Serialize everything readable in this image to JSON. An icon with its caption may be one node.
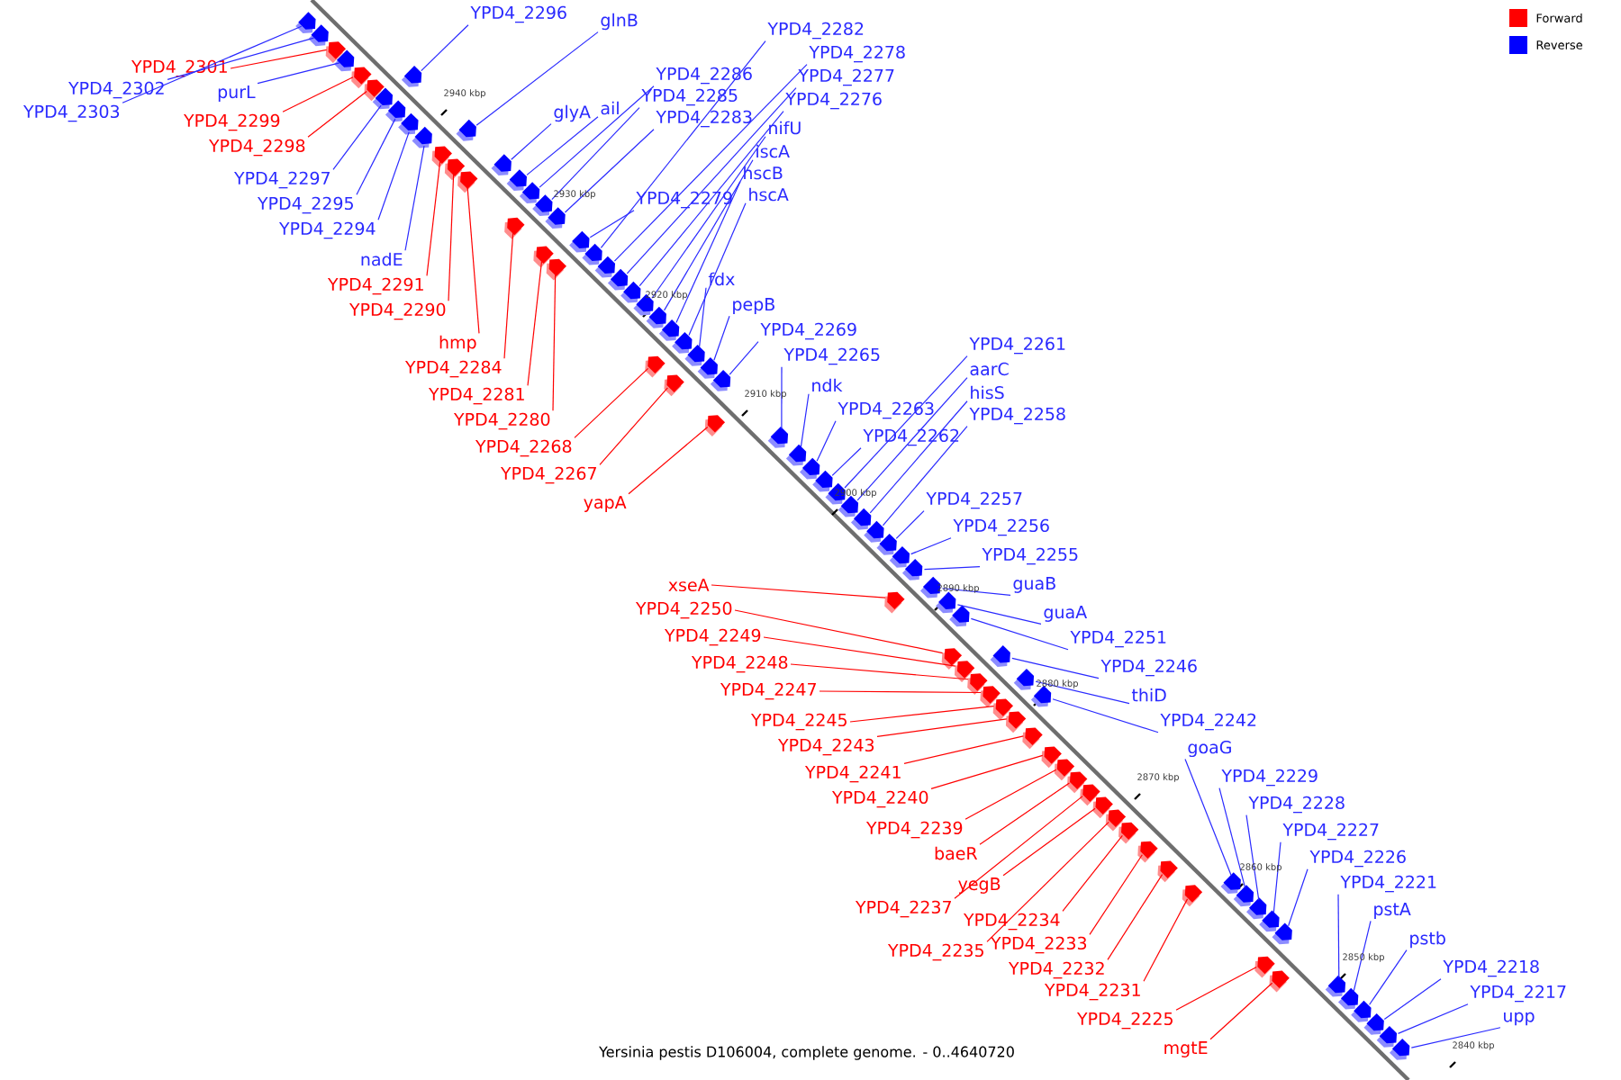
{
  "diagram": {
    "caption": "Yersinia pestis D106004, complete genome. - 0..4640720",
    "nodes": [
      {
        "text": [
          "YPD4_2303"
        ]
      },
      {
        "text": [
          "YPD4_2302"
        ]
      },
      {
        "text": [
          "YPD4_2301"
        ]
      },
      {
        "text": [
          "purL"
        ]
      },
      {
        "text": [
          "YPD4_2299"
        ]
      },
      {
        "text": [
          "YPD4_2298"
        ]
      },
      {
        "text": [
          "YPD4_2297"
        ]
      },
      {
        "text": [
          "YPD4_2295"
        ]
      },
      {
        "text": [
          "YPD4_2294"
        ]
      },
      {
        "text": [
          "nadE"
        ]
      },
      {
        "text": [
          "YPD4_2291"
        ]
      },
      {
        "text": [
          "YPD4_2290"
        ]
      },
      {
        "text": [
          "hmp"
        ]
      },
      {
        "text": [
          "YPD4_2284"
        ]
      },
      {
        "text": [
          "YPD4_2281"
        ]
      },
      {
        "text": [
          "YPD4_2280"
        ]
      },
      {
        "text": [
          "YPD4_2268"
        ]
      },
      {
        "text": [
          "YPD4_2267"
        ]
      },
      {
        "text": [
          "yapA"
        ]
      },
      {
        "text": [
          "xseA"
        ]
      },
      {
        "text": [
          "YPD4_2250"
        ]
      },
      {
        "text": [
          "YPD4_2249"
        ]
      },
      {
        "text": [
          "YPD4_2248"
        ]
      },
      {
        "text": [
          "YPD4_2247"
        ]
      },
      {
        "text": [
          "YPD4_2245"
        ]
      },
      {
        "text": [
          "YPD4_2243"
        ]
      },
      {
        "text": [
          "YPD4_2241"
        ]
      },
      {
        "text": [
          "YPD4_2240"
        ]
      },
      {
        "text": [
          "YPD4_2239"
        ]
      },
      {
        "text": [
          "baeR"
        ]
      },
      {
        "text": [
          "yegB"
        ]
      },
      {
        "text": [
          "YPD4_2237"
        ]
      },
      {
        "text": [
          "YPD4_2235"
        ]
      },
      {
        "text": [
          "YPD4_2234"
        ]
      },
      {
        "text": [
          "YPD4_2233"
        ]
      },
      {
        "text": [
          "YPD4_2232"
        ]
      },
      {
        "text": [
          "YPD4_2231"
        ]
      },
      {
        "text": [
          "YPD4_2225"
        ]
      },
      {
        "text": [
          "mgtE"
        ]
      },
      {
        "text": [
          "YPD4_2296"
        ]
      },
      {
        "text": [
          "glnB"
        ]
      },
      {
        "text": [
          "glyA"
        ]
      },
      {
        "text": [
          "ail"
        ]
      },
      {
        "text": [
          "YPD4_2286"
        ]
      },
      {
        "text": [
          "YPD4_2285"
        ]
      },
      {
        "text": [
          "YPD4_2283"
        ]
      },
      {
        "text": [
          "YPD4_2282"
        ]
      },
      {
        "text": [
          "YPD4_2278"
        ]
      },
      {
        "text": [
          "YPD4_2277"
        ]
      },
      {
        "text": [
          "YPD4_2276"
        ]
      },
      {
        "text": [
          "nifU"
        ]
      },
      {
        "text": [
          "iscA"
        ]
      },
      {
        "text": [
          "hscB"
        ]
      },
      {
        "text": [
          "hscA"
        ]
      },
      {
        "text": [
          "YPD4_2279"
        ]
      },
      {
        "text": [
          "fdx"
        ]
      },
      {
        "text": [
          "pepB"
        ]
      },
      {
        "text": [
          "YPD4_2269"
        ]
      },
      {
        "text": [
          "YPD4_2265"
        ]
      },
      {
        "text": [
          "ndk"
        ]
      },
      {
        "text": [
          "YPD4_2263"
        ]
      },
      {
        "text": [
          "YPD4_2262"
        ]
      },
      {
        "text": [
          "YPD4_2261"
        ]
      },
      {
        "text": [
          "aarC"
        ]
      },
      {
        "text": [
          "hisS"
        ]
      },
      {
        "text": [
          "YPD4_2258"
        ]
      },
      {
        "text": [
          "YPD4_2257"
        ]
      },
      {
        "text": [
          "YPD4_2256"
        ]
      },
      {
        "text": [
          "YPD4_2255"
        ]
      },
      {
        "text": [
          "guaB"
        ]
      },
      {
        "text": [
          "guaA"
        ]
      },
      {
        "text": [
          "YPD4_2251"
        ]
      },
      {
        "text": [
          "YPD4_2246"
        ]
      },
      {
        "text": [
          "thiD"
        ]
      },
      {
        "text": [
          "YPD4_2242"
        ]
      },
      {
        "text": [
          "goaG"
        ]
      },
      {
        "text": [
          "YPD4_2229"
        ]
      },
      {
        "text": [
          "YPD4_2228"
        ]
      },
      {
        "text": [
          "YPD4_2227"
        ]
      },
      {
        "text": [
          "YPD4_2226"
        ]
      },
      {
        "text": [
          "YPD4_2221"
        ]
      },
      {
        "text": [
          "pstA"
        ]
      },
      {
        "text": [
          "pstb"
        ]
      },
      {
        "text": [
          "YPD4_2218"
        ]
      },
      {
        "text": [
          "YPD4_2217"
        ]
      },
      {
        "text": [
          "upp"
        ]
      },
      {
        "text": [],
        "shape": "arrow"
      },
      {
        "text": [],
        "shape": "arrow"
      },
      {
        "text": [],
        "shape": "arrow"
      },
      {
        "text": [],
        "shape": "arrow"
      },
      {
        "text": [],
        "shape": "arrow"
      },
      {
        "text": [],
        "shape": "arrow"
      },
      {
        "text": [],
        "shape": "arrow"
      },
      {
        "text": [],
        "shape": "arrow"
      },
      {
        "text": [],
        "shape": "arrow"
      },
      {
        "text": [],
        "shape": "arrow"
      },
      {
        "text": [],
        "shape": "arrow"
      },
      {
        "text": [],
        "shape": "arrow"
      },
      {
        "text": [],
        "shape": "arrow"
      },
      {
        "text": [],
        "shape": "arrow"
      },
      {
        "text": [],
        "shape": "arrow"
      },
      {
        "text": [],
        "shape": "arrow"
      },
      {
        "text": [],
        "shape": "arrow"
      },
      {
        "text": [],
        "shape": "arrow"
      },
      {
        "text": [],
        "shape": "arrow"
      },
      {
        "text": [],
        "shape": "arrow"
      },
      {
        "text": [],
        "shape": "arrow"
      },
      {
        "text": [],
        "shape": "arrow"
      },
      {
        "text": [],
        "shape": "arrow"
      },
      {
        "text": [],
        "shape": "arrow"
      },
      {
        "text": [],
        "shape": "arrow"
      },
      {
        "text": [],
        "shape": "arrow"
      },
      {
        "text": [],
        "shape": "arrow"
      },
      {
        "text": [],
        "shape": "arrow"
      },
      {
        "text": [],
        "shape": "arrow"
      },
      {
        "text": [],
        "shape": "arrow"
      },
      {
        "text": [],
        "shape": "arrow"
      },
      {
        "text": [],
        "shape": "arrow"
      },
      {
        "text": [],
        "shape": "arrow"
      },
      {
        "text": [],
        "shape": "arrow"
      },
      {
        "text": [],
        "shape": "arrow"
      },
      {
        "text": [],
        "shape": "arrow"
      },
      {
        "text": [],
        "shape": "arrow"
      },
      {
        "text": [],
        "shape": "arrow"
      },
      {
        "text": [],
        "shape": "arrow"
      },
      {
        "text": [],
        "shape": "arrow"
      },
      {
        "text": [],
        "shape": "arrow"
      },
      {
        "text": [],
        "shape": "arrow"
      },
      {
        "text": [],
        "shape": "arrow"
      },
      {
        "text": [],
        "shape": "arrow"
      },
      {
        "text": [],
        "shape": "arrow"
      },
      {
        "text": [],
        "shape": "arrow"
      },
      {
        "text": [],
        "shape": "arrow"
      },
      {
        "text": [],
        "shape": "arrow"
      },
      {
        "text": [],
        "shape": "arrow"
      },
      {
        "text": [],
        "shape": "arrow"
      },
      {
        "text": [],
        "shape": "arrow"
      },
      {
        "text": [],
        "shape": "arrow"
      },
      {
        "text": [],
        "shape": "arrow"
      },
      {
        "text": [],
        "shape": "arrow"
      },
      {
        "text": [],
        "shape": "arrow"
      },
      {
        "text": [],
        "shape": "arrow"
      },
      {
        "text": [],
        "shape": "arrow"
      },
      {
        "text": [],
        "shape": "arrow"
      },
      {
        "text": [],
        "shape": "arrow"
      },
      {
        "text": [],
        "shape": "arrow"
      },
      {
        "text": [],
        "shape": "arrow"
      },
      {
        "text": [],
        "shape": "arrow"
      },
      {
        "text": [],
        "shape": "arrow"
      },
      {
        "text": [],
        "shape": "arrow"
      },
      {
        "text": [],
        "shape": "arrow"
      },
      {
        "text": [],
        "shape": "arrow"
      },
      {
        "text": [],
        "shape": "arrow"
      },
      {
        "text": [],
        "shape": "arrow"
      },
      {
        "text": [],
        "shape": "arrow"
      },
      {
        "text": [],
        "shape": "arrow"
      },
      {
        "text": [],
        "shape": "arrow"
      },
      {
        "text": [],
        "shape": "arrow"
      },
      {
        "text": [],
        "shape": "arrow"
      },
      {
        "text": [],
        "shape": "arrow"
      },
      {
        "text": [],
        "shape": "arrow"
      },
      {
        "text": [],
        "shape": "arrow"
      },
      {
        "text": [],
        "shape": "arrow"
      },
      {
        "text": [],
        "shape": "arrow"
      },
      {
        "text": [],
        "shape": "arrow"
      },
      {
        "text": [],
        "shape": "arrow"
      },
      {
        "text": [],
        "shape": "arrow"
      },
      {
        "text": [],
        "shape": "arrow"
      },
      {
        "text": [],
        "shape": "arrow"
      },
      {
        "text": [],
        "shape": "arrow"
      },
      {
        "text": [],
        "shape": "arrow"
      },
      {
        "text": [],
        "shape": "arrow"
      }
    ],
    "edges": [
      {
        "from": 0,
        "to": 86,
        "arrow": "none"
      },
      {
        "from": 1,
        "to": 87,
        "arrow": "none"
      },
      {
        "from": 2,
        "to": 88,
        "arrow": "none",
        "color": "#ff0000"
      },
      {
        "from": 3,
        "to": 89,
        "arrow": "none"
      },
      {
        "from": 4,
        "to": 90,
        "arrow": "none",
        "color": "#ff0000"
      },
      {
        "from": 5,
        "to": 91,
        "arrow": "none",
        "color": "#ff0000"
      },
      {
        "from": 6,
        "to": 92,
        "arrow": "none"
      },
      {
        "from": 7,
        "to": 93,
        "arrow": "none"
      },
      {
        "from": 8,
        "to": 94,
        "arrow": "none"
      },
      {
        "from": 9,
        "to": 95,
        "arrow": "none"
      },
      {
        "from": 10,
        "to": 96,
        "arrow": "none",
        "color": "#ff0000"
      },
      {
        "from": 11,
        "to": 97,
        "arrow": "none",
        "color": "#ff0000"
      },
      {
        "from": 12,
        "to": 98,
        "arrow": "none",
        "color": "#ff0000"
      },
      {
        "from": 13,
        "to": 99,
        "arrow": "none",
        "color": "#ff0000"
      },
      {
        "from": 14,
        "to": 100,
        "arrow": "none",
        "color": "#ff0000"
      },
      {
        "from": 15,
        "to": 101,
        "arrow": "none",
        "color": "#ff0000"
      },
      {
        "from": 16,
        "to": 102,
        "arrow": "none",
        "color": "#ff0000"
      },
      {
        "from": 17,
        "to": 103,
        "arrow": "none",
        "color": "#ff0000"
      },
      {
        "from": 18,
        "to": 104,
        "arrow": "none",
        "color": "#ff0000"
      },
      {
        "from": 19,
        "to": 105,
        "arrow": "none",
        "color": "#ff0000"
      },
      {
        "from": 20,
        "to": 106,
        "arrow": "none",
        "color": "#ff0000"
      },
      {
        "from": 21,
        "to": 107,
        "arrow": "none",
        "color": "#ff0000"
      },
      {
        "from": 22,
        "to": 108,
        "arrow": "none",
        "color": "#ff0000"
      },
      {
        "from": 23,
        "to": 109,
        "arrow": "none",
        "color": "#ff0000"
      },
      {
        "from": 24,
        "to": 110,
        "arrow": "none",
        "color": "#ff0000"
      },
      {
        "from": 25,
        "to": 111,
        "arrow": "none",
        "color": "#ff0000"
      },
      {
        "from": 26,
        "to": 112,
        "arrow": "none",
        "color": "#ff0000"
      },
      {
        "from": 27,
        "to": 113,
        "arrow": "none",
        "color": "#ff0000"
      },
      {
        "from": 28,
        "to": 114,
        "arrow": "none",
        "color": "#ff0000"
      },
      {
        "from": 29,
        "to": 115,
        "arrow": "none",
        "color": "#ff0000"
      },
      {
        "from": 30,
        "to": 116,
        "arrow": "none",
        "color": "#ff0000"
      },
      {
        "from": 31,
        "to": 117,
        "arrow": "none",
        "color": "#ff0000"
      },
      {
        "from": 32,
        "to": 118,
        "arrow": "none",
        "color": "#ff0000"
      },
      {
        "from": 33,
        "to": 119,
        "arrow": "none",
        "color": "#ff0000"
      },
      {
        "from": 34,
        "to": 120,
        "arrow": "none",
        "color": "#ff0000"
      },
      {
        "from": 35,
        "to": 121,
        "arrow": "none",
        "color": "#ff0000"
      },
      {
        "from": 36,
        "to": 122,
        "arrow": "none",
        "color": "#ff0000"
      },
      {
        "from": 37,
        "to": 123,
        "arrow": "none",
        "color": "#ff0000"
      },
      {
        "from": 38,
        "to": 124,
        "arrow": "none",
        "color": "#ff0000"
      },
      {
        "from": 39,
        "to": 125,
        "arrow": "none"
      },
      {
        "from": 40,
        "to": 126,
        "arrow": "none"
      },
      {
        "from": 41,
        "to": 127,
        "arrow": "none"
      },
      {
        "from": 42,
        "to": 128,
        "arrow": "none"
      },
      {
        "from": 43,
        "to": 129,
        "arrow": "none"
      },
      {
        "from": 44,
        "to": 130,
        "arrow": "none"
      },
      {
        "from": 45,
        "to": 131,
        "arrow": "none"
      },
      {
        "from": 46,
        "to": 132,
        "arrow": "none"
      },
      {
        "from": 47,
        "to": 133,
        "arrow": "none"
      },
      {
        "from": 48,
        "to": 134,
        "arrow": "none"
      },
      {
        "from": 49,
        "to": 135,
        "arrow": "none"
      },
      {
        "from": 50,
        "to": 136,
        "arrow": "none"
      },
      {
        "from": 51,
        "to": 137,
        "arrow": "none"
      },
      {
        "from": 52,
        "to": 138,
        "arrow": "none"
      },
      {
        "from": 53,
        "to": 139,
        "arrow": "none"
      },
      {
        "from": 54,
        "to": 140,
        "arrow": "none"
      },
      {
        "from": 55,
        "to": 141,
        "arrow": "none"
      },
      {
        "from": 56,
        "to": 142,
        "arrow": "none"
      },
      {
        "from": 57,
        "to": 143,
        "arrow": "none"
      },
      {
        "from": 58,
        "to": 144,
        "arrow": "none"
      },
      {
        "from": 59,
        "to": 145,
        "arrow": "none"
      },
      {
        "from": 60,
        "to": 146,
        "arrow": "none"
      },
      {
        "from": 61,
        "to": 147,
        "arrow": "none"
      },
      {
        "from": 62,
        "to": 148,
        "arrow": "none"
      },
      {
        "from": 63,
        "to": 149,
        "arrow": "none"
      },
      {
        "from": 64,
        "to": 150,
        "arrow": "none"
      },
      {
        "from": 65,
        "to": 151,
        "arrow": "none"
      },
      {
        "from": 66,
        "to": 152,
        "arrow": "none"
      },
      {
        "from": 67,
        "to": 153,
        "arrow": "none"
      },
      {
        "from": 68,
        "to": 154,
        "arrow": "none"
      },
      {
        "from": 69,
        "to": 155,
        "arrow": "none"
      },
      {
        "from": 70,
        "to": 156,
        "arrow": "none"
      },
      {
        "from": 71,
        "to": 157,
        "arrow": "none"
      },
      {
        "from": 72,
        "to": 158,
        "arrow": "none"
      },
      {
        "from": 73,
        "to": 159,
        "arrow": "none"
      },
      {
        "from": 74,
        "to": 160,
        "arrow": "none"
      },
      {
        "from": 75,
        "to": 161,
        "arrow": "none"
      },
      {
        "from": 76,
        "to": 162,
        "arrow": "none"
      },
      {
        "from": 77,
        "to": 163,
        "arrow": "none"
      },
      {
        "from": 78,
        "to": 164,
        "arrow": "none"
      },
      {
        "from": 79,
        "to": 165,
        "arrow": "none"
      },
      {
        "from": 80,
        "to": 166,
        "arrow": "none"
      },
      {
        "from": 81,
        "to": 167,
        "arrow": "none"
      },
      {
        "from": 82,
        "to": 168,
        "arrow": "none"
      },
      {
        "from": 83,
        "to": 169,
        "arrow": "none"
      },
      {
        "from": 84,
        "to": 170,
        "arrow": "none"
      },
      {
        "from": 85,
        "to": 171,
        "arrow": "none"
      }
    ],
    "labels": [
      "2940 kbp",
      "2930 kbp",
      "2920 kbp",
      "2910 kbp",
      "2900 kbp",
      "2890 kbp",
      "2880 kbp",
      "2870 kbp",
      "2860 kbp",
      "2850 kbp",
      "2840 kbp"
    ],
    "legend": [
      {
        "text": "Forward",
        "color": "#ff0000"
      },
      {
        "text": "Reverse",
        "color": "#0000ff"
      }
    ]
  }
}
